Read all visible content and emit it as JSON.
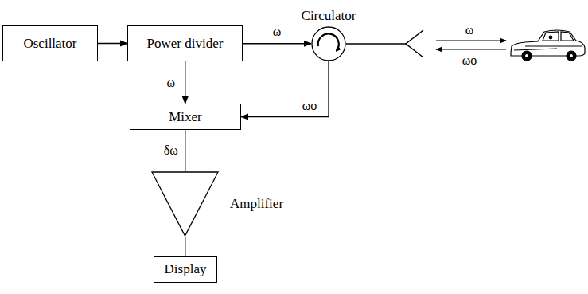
{
  "diagram": {
    "nodes": [
      {
        "text": [
          "Oscillator"
        ]
      },
      {
        "text": [
          "Power divider"
        ]
      },
      {
        "text": [
          "Circulator"
        ]
      },
      {
        "text": [
          "Mixer"
        ]
      },
      {
        "text": [
          "Amplifier"
        ]
      },
      {
        "text": [
          "Display"
        ]
      }
    ],
    "edges": [
      {
        "from": 0,
        "to": 1,
        "arrow": "to"
      },
      {
        "from": 1,
        "to": 2,
        "label": "ω",
        "arrow": "to"
      },
      {
        "from": 1,
        "to": 3,
        "label": "ω",
        "arrow": "to"
      },
      {
        "from": 2,
        "to": 3,
        "label": "ωo",
        "arrow": "to"
      },
      {
        "from": 3,
        "to": 4,
        "label": "δω",
        "arrow": "none"
      },
      {
        "from": 4,
        "to": 5,
        "arrow": "none"
      }
    ],
    "labels": [
      "ω",
      "ωo"
    ]
  }
}
